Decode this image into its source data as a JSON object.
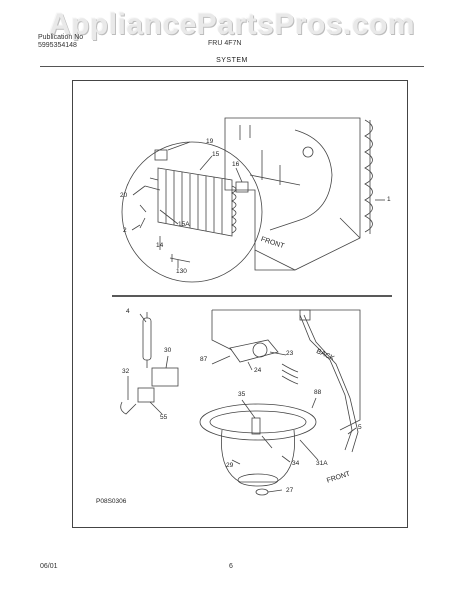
{
  "watermark": "AppliancePartsPros.com",
  "header": {
    "line1": "Publication No",
    "line2": "5995354148",
    "model": "FRU 4F7N",
    "section": "SYSTEM"
  },
  "diagram": {
    "labels": {
      "l19": "19",
      "l15": "15",
      "l16": "16",
      "l20": "20",
      "l15a": "15A",
      "l2": "2",
      "l14": "14",
      "l130": "130",
      "l1": "1",
      "front_top": "FRONT",
      "l4": "4",
      "l30": "30",
      "l87": "87",
      "l23": "23",
      "l24": "24",
      "back": "BACK",
      "l32": "32",
      "l55": "55",
      "l35": "35",
      "l88": "88",
      "l5": "5",
      "l29": "29",
      "l34": "34",
      "l31a": "31A",
      "front_bottom": "FRONT",
      "l27": "27",
      "code": "P08S0306"
    }
  },
  "footer": {
    "date": "06/01",
    "page": "6"
  }
}
